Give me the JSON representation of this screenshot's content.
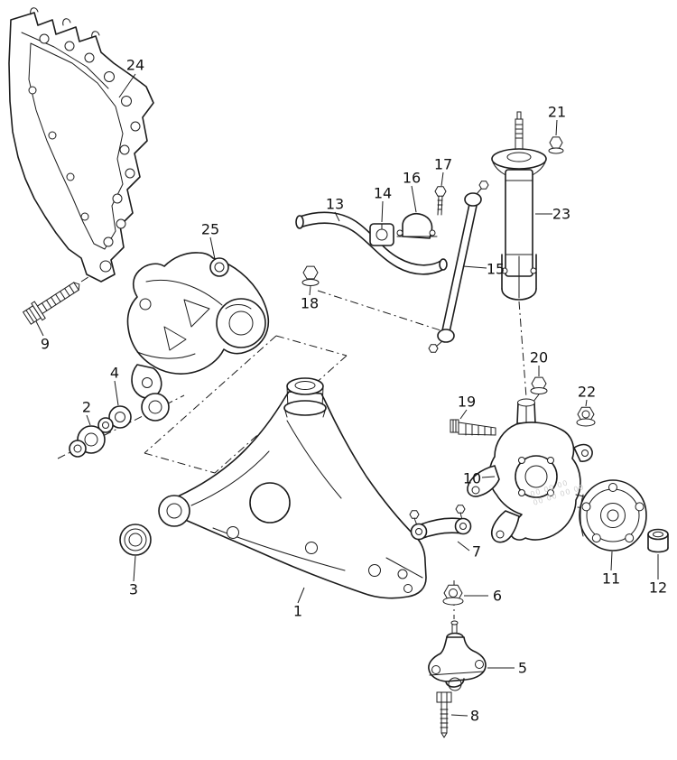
{
  "colors": {
    "background": "#ffffff",
    "line": "#1c1c1c",
    "label_text": "#111111",
    "watermark": "#cfcfcf"
  },
  "labels": {
    "p1": "1",
    "p2": "2",
    "p3": "3",
    "p4": "4",
    "p5": "5",
    "p6": "6",
    "p7": "7",
    "p8": "8",
    "p9": "9",
    "p10": "10",
    "p11": "11",
    "p12": "12",
    "p13": "13",
    "p14": "14",
    "p15": "15",
    "p16": "16",
    "p17": "17",
    "p18": "18",
    "p19": "19",
    "p20": "20",
    "p21": "21",
    "p22": "22",
    "p23": "23",
    "p24": "24",
    "p25": "25"
  },
  "watermark": {
    "line1": "00 00 00",
    "line2": "00 00 00 00"
  }
}
